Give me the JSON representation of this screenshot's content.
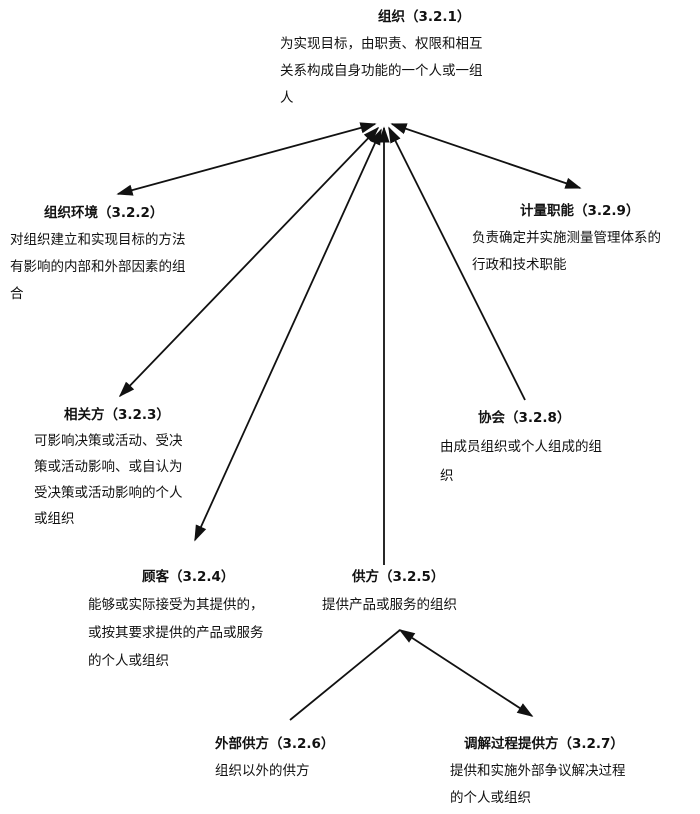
{
  "nodes": {
    "org": {
      "title": "组织（3.2.1）",
      "desc": [
        "为实现目标，由职责、权限和相互",
        "关系构成自身功能的一个人或一组",
        "人"
      ]
    },
    "context": {
      "title": "组织环境（3.2.2）",
      "desc": [
        "对组织建立和实现目标的方法",
        "有影响的内部和外部因素的组",
        "合"
      ]
    },
    "metrology": {
      "title": "计量职能（3.2.9）",
      "desc": [
        "负责确定并实施测量管理体系的",
        "行政和技术职能"
      ]
    },
    "interested": {
      "title": "相关方（3.2.3）",
      "desc": [
        "可影响决策或活动、受决",
        "策或活动影响、或自认为",
        "受决策或活动影响的个人",
        "或组织"
      ]
    },
    "association": {
      "title": "协会（3.2.8）",
      "desc": [
        "由成员组织或个人组成的组",
        "织"
      ]
    },
    "customer": {
      "title": "顾客（3.2.4）",
      "desc": [
        "能够或实际接受为其提供的，",
        "或按其要求提供的产品或服务",
        "的个人或组织"
      ]
    },
    "provider": {
      "title": "供方（3.2.5）",
      "desc": [
        "提供产品或服务的组织"
      ]
    },
    "external": {
      "title": "外部供方（3.2.6）",
      "desc": [
        "组织以外的供方"
      ]
    },
    "dispute": {
      "title": "调解过程提供方（3.2.7）",
      "desc": [
        "提供和实施外部争议解决过程",
        "的个人或组织"
      ]
    }
  }
}
